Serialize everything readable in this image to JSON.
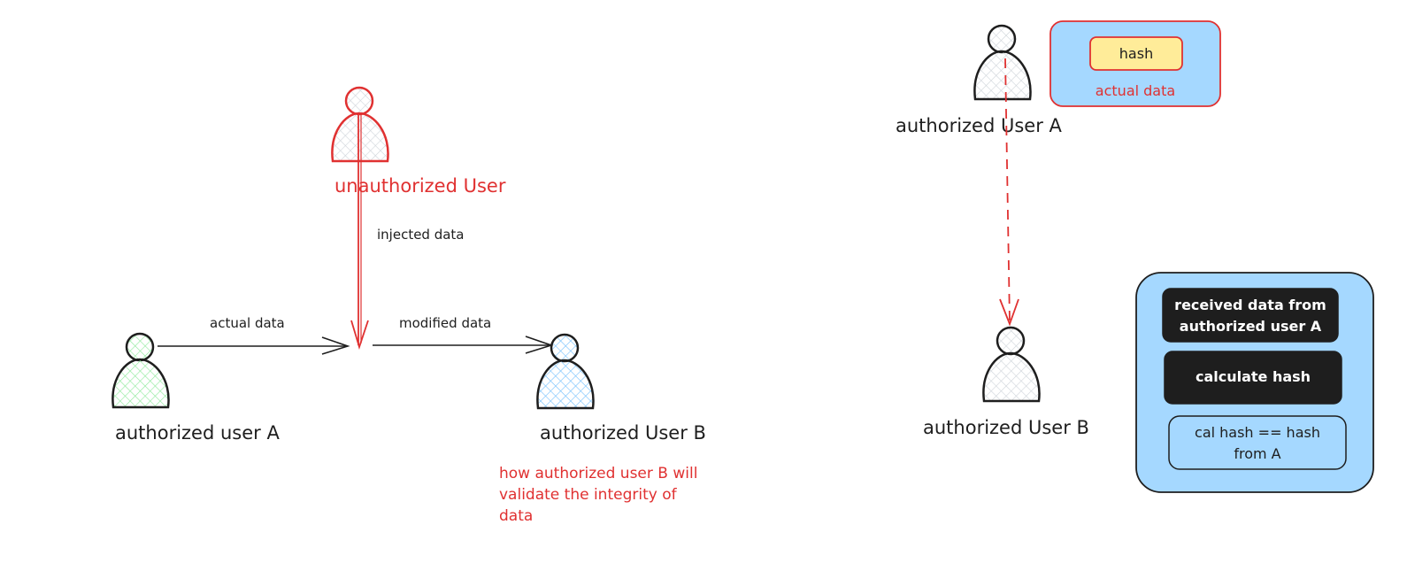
{
  "colors": {
    "ink": "#1e1e1e",
    "red": "#e03131",
    "blue_fill": "#a5d8ff",
    "green_fill": "#b2f2bb",
    "yellow_fill": "#ffec99",
    "dark_box": "#1e1e1e",
    "grey_hatch": "#ced4da"
  },
  "left_diagram": {
    "unauthorized_user": "unauthorized User",
    "injected_label": "injected data",
    "user_a": "authorized user A",
    "user_b": "authorized User B",
    "actual_label": "actual data",
    "modified_label": "modified data",
    "question": {
      "line1": "how authorized user B will",
      "line2": "validate the integrity of",
      "line3": "data"
    }
  },
  "right_diagram": {
    "user_a": "authorized User A",
    "user_b": "authorized User B",
    "hash_label": "hash",
    "actual_data_label": "actual data",
    "steps": {
      "step1_line1": "received data from",
      "step1_line2": "authorized user A",
      "step2": "calculate hash",
      "step3_line1": "cal hash == hash",
      "step3_line2": "from A"
    }
  },
  "icons": [
    "person-icon"
  ]
}
